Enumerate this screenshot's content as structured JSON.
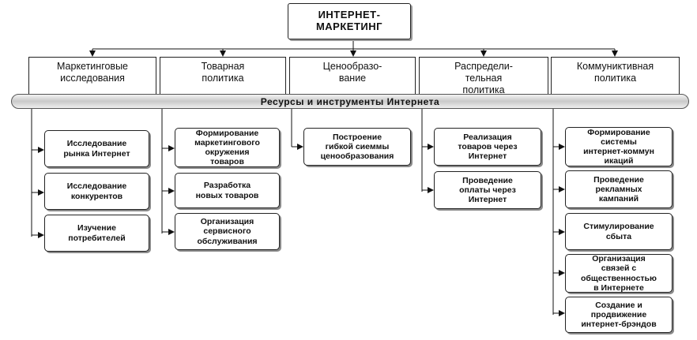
{
  "root": "ИНТЕРНЕТ-\nМАРКЕТИНГ",
  "band": "Ресурсы и инструменты Интернета",
  "categories": [
    {
      "label": "Маркетинговые\nисследования",
      "items": [
        "Исследование\nрынка Интернет",
        "Исследование\nконкурентов",
        "Изучение\nпотребителей"
      ]
    },
    {
      "label": "Товарная\nполитика",
      "items": [
        "Формирование\nмаркетингового\nокружения\nтоваров",
        "Разработка\nновых товаров",
        "Организация\nсервисного\nобслуживания"
      ]
    },
    {
      "label": "Ценообразо-\nвание",
      "items": [
        "Построение\nгибкой сиеммы\nценообразования"
      ]
    },
    {
      "label": "Распредели-\nтельная\nполитика",
      "items": [
        "Реализация\nтоваров через\nИнтернет",
        "Проведение\nоплаты через\nИнтернет"
      ]
    },
    {
      "label": "Коммуниктивная\nполитика",
      "items": [
        "Формирование\nсистемы\nинтернет-коммун\nикаций",
        "Проведение\nрекламных\nкампаний",
        "Стимулирование\nсбыта",
        "Организация\nсвязей с\nобщественностью\nв Интернете",
        "Создание и\nпродвижение\nинтернет-брэндов"
      ]
    }
  ]
}
